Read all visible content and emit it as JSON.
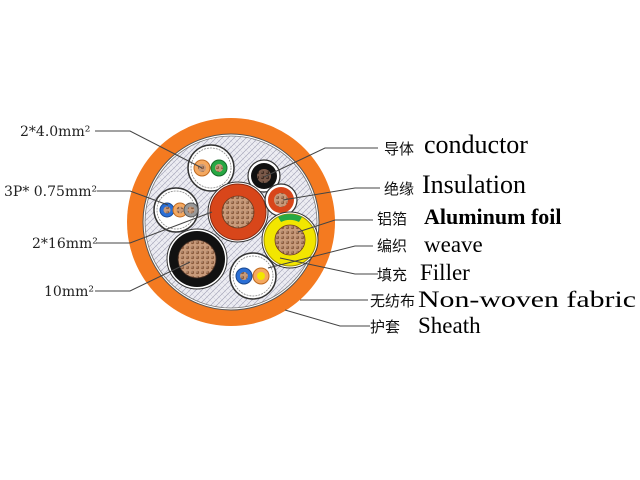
{
  "left_labels": [
    {
      "id": "pair-4mm",
      "text": "2*4.0mm²"
    },
    {
      "id": "triple-075",
      "text": "3P* 0.75mm²"
    },
    {
      "id": "pair-16mm",
      "text": "2*16mm²"
    },
    {
      "id": "single-10mm",
      "text": "10mm²"
    }
  ],
  "right_labels": [
    {
      "id": "conductor",
      "cn": "导体",
      "en": "conductor"
    },
    {
      "id": "insulation",
      "cn": "绝缘",
      "en": "Insulation"
    },
    {
      "id": "aluminum-foil",
      "cn": "铝箔",
      "en": "Aluminum foil"
    },
    {
      "id": "weave",
      "cn": "编织",
      "en": "weave"
    },
    {
      "id": "filler",
      "cn": "填充",
      "en": "Filler"
    },
    {
      "id": "non-woven",
      "cn": "无纺布",
      "en": "Non-woven fabric"
    },
    {
      "id": "sheath",
      "cn": "护套",
      "en": "Sheath"
    }
  ],
  "colors": {
    "sheath": "#f47a20",
    "filler_bg": "#e9e9ef",
    "black_insulation": "#111111",
    "orange_red_insulation": "#d8461a",
    "yellow": "#f2e600",
    "green": "#27a844",
    "blue": "#2a6fd6",
    "conductor_copper": "#b07a55"
  }
}
